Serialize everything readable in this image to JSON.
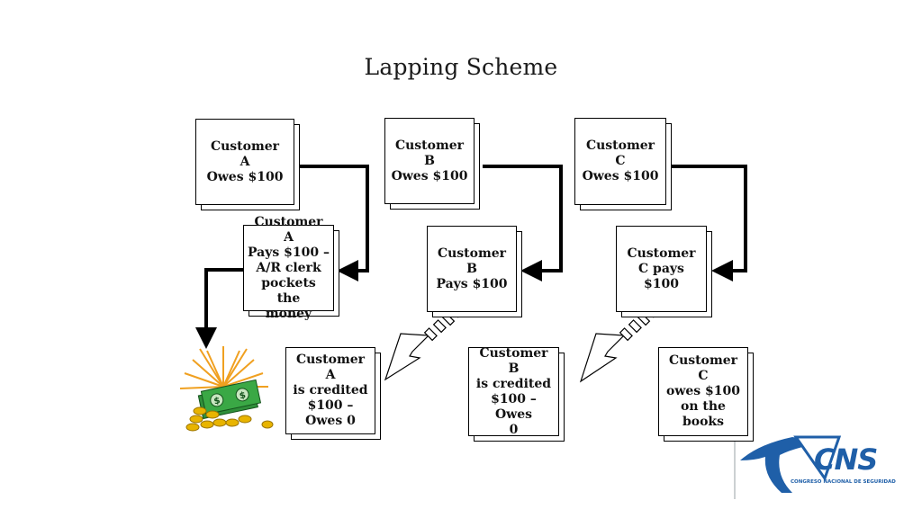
{
  "title": "Lapping Scheme",
  "boxes": {
    "cust_a": "Customer\nA\nOwes $100",
    "cust_b": "Customer\nB\nOwes $100",
    "cust_c": "Customer\nC\nOwes $100",
    "a_pays": "Customer A\nPays $100 –\nA/R clerk\npockets the\nmoney",
    "b_pays": "Customer B\nPays $100",
    "c_pays": "Customer\nC pays\n$100",
    "a_credited": "Customer A\nis credited\n$100 –\nOwes 0",
    "b_credited": "Customer B\nis credited\n$100 – Owes\n0",
    "c_owes": "Customer C\nowes $100\non the\nbooks"
  },
  "logo": {
    "name": "CNS",
    "subtitle": "CONGRESO NACIONAL DE SEGURIDAD",
    "color": "#1f5fa8"
  },
  "colors": {
    "arrow": "#000000",
    "money_green": "#3aa845",
    "coin": "#e8b400",
    "burst": "#f0a020"
  }
}
